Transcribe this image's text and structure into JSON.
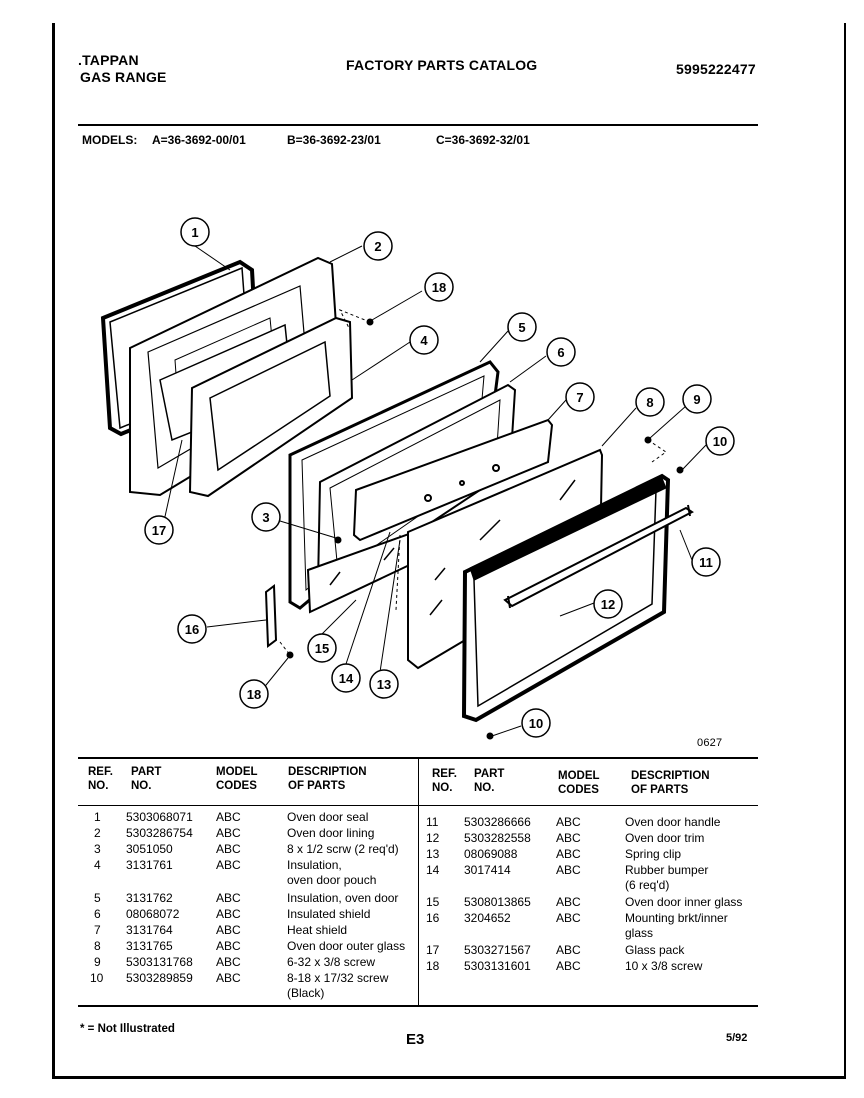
{
  "header": {
    "brand": ".TAPPAN",
    "product": "GAS RANGE",
    "title": "FACTORY PARTS CATALOG",
    "catalog_no": "5995222477"
  },
  "models": {
    "label": "MODELS:",
    "a": "A=36-3692-00/01",
    "b": "B=36-3692-23/01",
    "c": "C=36-3692-32/01"
  },
  "diagram": {
    "code": "0627",
    "callouts": [
      "1",
      "2",
      "18",
      "4",
      "5",
      "6",
      "7",
      "8",
      "9",
      "10",
      "3",
      "17",
      "11",
      "12",
      "16",
      "15",
      "14",
      "13",
      "18",
      "10"
    ]
  },
  "table": {
    "headers": {
      "ref": "REF.\nNO.",
      "part": "PART\nNO.",
      "model": "MODEL\nCODES",
      "desc": "DESCRIPTION\nOF PARTS"
    },
    "left": [
      {
        "ref": "1",
        "part": "5303068071",
        "code": "ABC",
        "desc": "Oven door seal"
      },
      {
        "ref": "2",
        "part": "5303286754",
        "code": "ABC",
        "desc": "Oven door lining"
      },
      {
        "ref": "3",
        "part": "3051050",
        "code": "ABC",
        "desc": "8 x 1/2 scrw (2 req'd)"
      },
      {
        "ref": "4",
        "part": "3131761",
        "code": "ABC",
        "desc": "Insulation,\noven door pouch"
      },
      {
        "ref": "5",
        "part": "3131762",
        "code": "ABC",
        "desc": "Insulation, oven door"
      },
      {
        "ref": "6",
        "part": "08068072",
        "code": "ABC",
        "desc": "Insulated shield"
      },
      {
        "ref": "7",
        "part": "3131764",
        "code": "ABC",
        "desc": "Heat shield"
      },
      {
        "ref": "8",
        "part": "3131765",
        "code": "ABC",
        "desc": "Oven door outer glass"
      },
      {
        "ref": "9",
        "part": "5303131768",
        "code": "ABC",
        "desc": "6-32 x 3/8 screw"
      },
      {
        "ref": "10",
        "part": "5303289859",
        "code": "ABC",
        "desc": "8-18 x 17/32 screw\n(Black)"
      }
    ],
    "right": [
      {
        "ref": "11",
        "part": "5303286666",
        "code": "ABC",
        "desc": "Oven door handle"
      },
      {
        "ref": "12",
        "part": "5303282558",
        "code": "ABC",
        "desc": "Oven door trim"
      },
      {
        "ref": "13",
        "part": "08069088",
        "code": "ABC",
        "desc": "Spring clip"
      },
      {
        "ref": "14",
        "part": "3017414",
        "code": "ABC",
        "desc": "Rubber bumper\n(6 req'd)"
      },
      {
        "ref": "15",
        "part": "5308013865",
        "code": "ABC",
        "desc": "Oven door inner glass"
      },
      {
        "ref": "16",
        "part": "3204652",
        "code": "ABC",
        "desc": "Mounting brkt/inner\nglass"
      },
      {
        "ref": "17",
        "part": "5303271567",
        "code": "ABC",
        "desc": "Glass pack"
      },
      {
        "ref": "18",
        "part": "5303131601",
        "code": "ABC",
        "desc": "10 x 3/8 screw"
      }
    ]
  },
  "footer": {
    "note": "* = Not Illustrated",
    "page": "E3",
    "date": "5/92"
  }
}
